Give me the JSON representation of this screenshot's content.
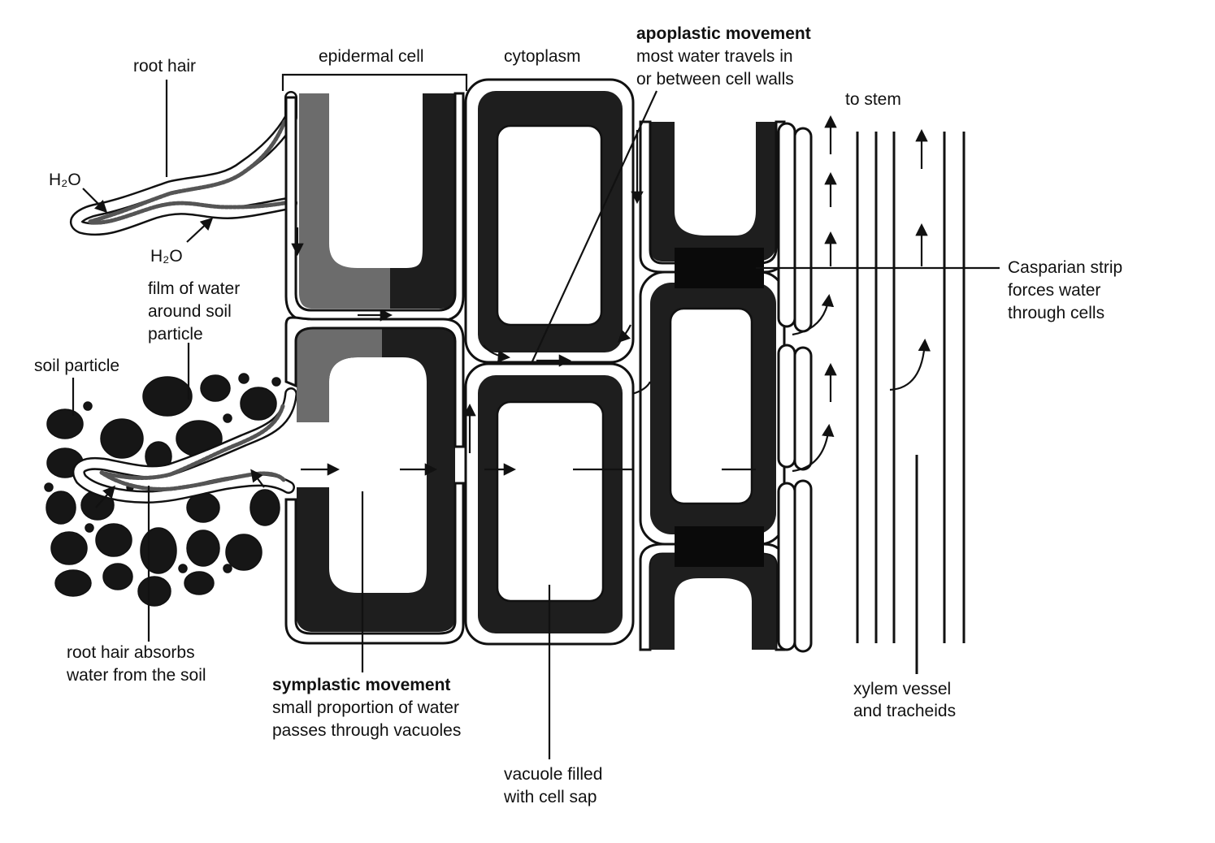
{
  "labels": {
    "root_hair": "root hair",
    "epidermal_cell": "epidermal cell",
    "cytoplasm": "cytoplasm",
    "apoplastic_title": "apoplastic movement",
    "apoplastic_line1": "most water travels in",
    "apoplastic_line2": "or between cell walls",
    "to_stem": "to stem",
    "h2o_1": "H₂O",
    "h2o_2": "H₂O",
    "film_line1": "film of water",
    "film_line2": "around soil",
    "film_line3": "particle",
    "soil_particle": "soil particle",
    "casparian_line1": "Casparian strip",
    "casparian_line2": "forces water",
    "casparian_line3": "through cells",
    "absorbs_line1": "root hair absorbs",
    "absorbs_line2": "water from the soil",
    "symplastic_title": "symplastic movement",
    "symplastic_line1": "small proportion of water",
    "symplastic_line2": "passes through vacuoles",
    "vacuole_line1": "vacuole filled",
    "vacuole_line2": "with cell sap",
    "xylem_line1": "xylem vessel",
    "xylem_line2": "and tracheids"
  },
  "colors": {
    "cytoplasm": "#1e1e1e",
    "cell_wall": "#ffffff",
    "outline": "#111111",
    "background": "#ffffff"
  }
}
